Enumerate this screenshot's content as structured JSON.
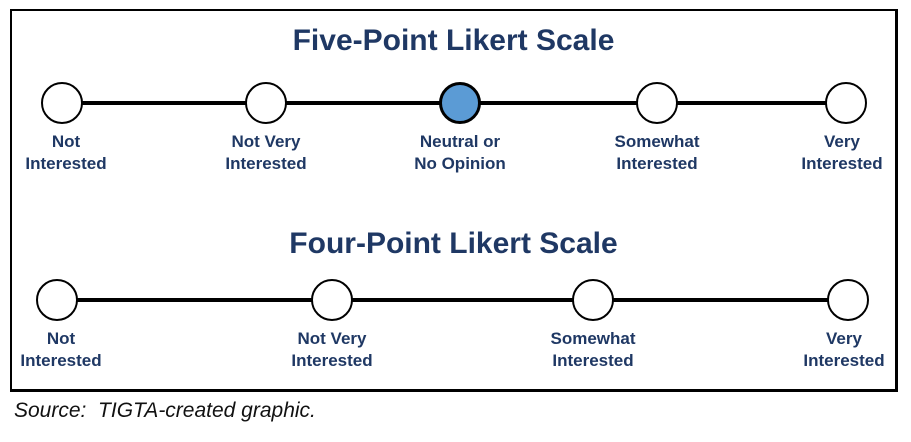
{
  "colors": {
    "text_navy": "#1f3864",
    "selected_circle_fill": "#5b9bd5",
    "line_black": "#000000"
  },
  "scales": [
    {
      "title": "Five-Point Likert Scale",
      "points": [
        {
          "label": "Not\nInterested",
          "selected": false
        },
        {
          "label": "Not Very\nInterested",
          "selected": false
        },
        {
          "label": "Neutral or\nNo Opinion",
          "selected": true
        },
        {
          "label": "Somewhat\nInterested",
          "selected": false
        },
        {
          "label": "Very\nInterested",
          "selected": false
        }
      ]
    },
    {
      "title": "Four-Point Likert Scale",
      "points": [
        {
          "label": "Not\nInterested",
          "selected": false
        },
        {
          "label": "Not Very\nInterested",
          "selected": false
        },
        {
          "label": "Somewhat\nInterested",
          "selected": false
        },
        {
          "label": "Very\nInterested",
          "selected": false
        }
      ]
    }
  ],
  "source_note": "Source:  TIGTA-created graphic."
}
